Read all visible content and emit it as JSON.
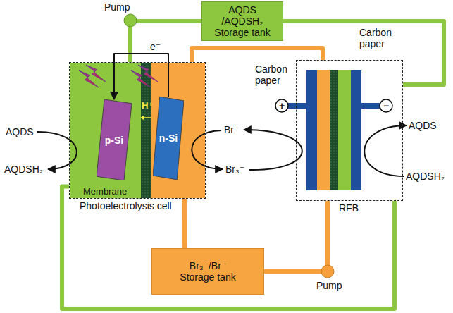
{
  "diagram": {
    "nodes": [
      {
        "text": [
          "AQDS /AQDSH₂ Storage tank"
        ]
      },
      {
        "text": [
          "Photoelectrolysis cell"
        ]
      },
      {
        "text": [
          "p-Si"
        ],
        "in": 1
      },
      {
        "text": [
          "n-Si"
        ],
        "in": 1
      },
      {
        "text": [
          "RFB"
        ]
      },
      {
        "text": [
          "Br₃⁻/Br⁻ Storage tank"
        ]
      }
    ],
    "edges": [
      {
        "from": 0,
        "to": 1,
        "arrow": "none"
      },
      {
        "from": 1,
        "to": 4,
        "arrow": "none"
      },
      {
        "from": 4,
        "to": 0,
        "arrow": "none"
      },
      {
        "from": 4,
        "to": 5,
        "arrow": "none"
      },
      {
        "from": 5,
        "to": 1,
        "arrow": "none"
      },
      {
        "from": 1,
        "to": 4,
        "arrow": "none"
      },
      {
        "from": 3,
        "to": 2,
        "label": "e⁻",
        "arrow": "to"
      }
    ],
    "labels": [
      "Pump",
      "Pump",
      "H⁺",
      "Membrane",
      "AQDS",
      "AQDSH₂",
      "Br⁻",
      "Br₃⁻",
      "Carbon paper",
      "Carbon paper",
      "+",
      "−",
      "AQDS",
      "AQDSH₂"
    ]
  }
}
